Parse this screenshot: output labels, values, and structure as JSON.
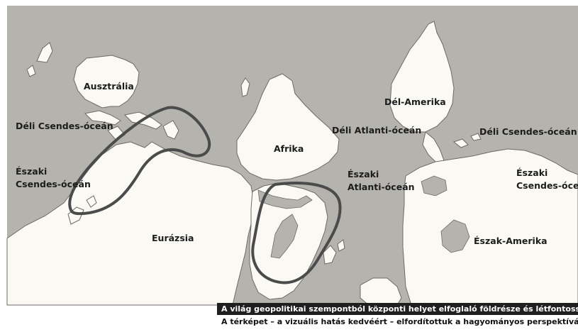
{
  "colors": {
    "ocean": "#b5b3ad",
    "land": "#faf9f4",
    "coast": "#6d6a64",
    "outline": "#4b4b4b",
    "caption_bg": "#1f1f1f"
  },
  "labels": {
    "australia": "Ausztrália",
    "south_pacific_left": "Déli Csendes-óceán",
    "north_pacific_left_1": "Északi",
    "north_pacific_left_2": "Csendes-óceán",
    "eurasia": "Eurázsia",
    "africa": "Afrika",
    "south_atlantic": "Déli Atlanti-óceán",
    "north_atlantic_1": "Északi",
    "north_atlantic_2": "Atlanti-óceán",
    "south_america": "Dél-Amerika",
    "south_pacific_right": "Déli Csendes-óceán",
    "north_pacific_right_1": "Északi",
    "north_pacific_right_2": "Csendes-óceán",
    "north_america": "Észak-Amerika"
  },
  "captions": {
    "line1": "A világ geopolitikai szempontból központi helyet elfoglaló földrésze és létfontosságú perifériái",
    "line2": "A térképet – a vizuális hatás kedvéért – elfordítottuk a hagyományos perspektívából"
  }
}
